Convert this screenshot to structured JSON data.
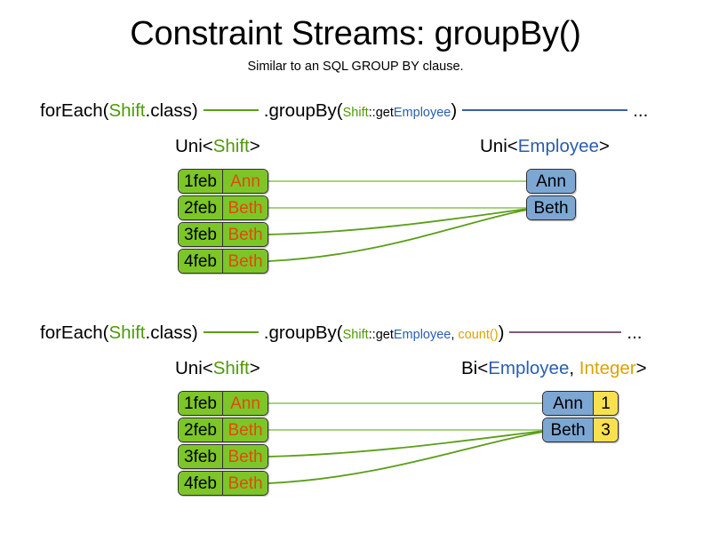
{
  "page": {
    "title": "Constraint Streams: groupBy()",
    "subtitle": "Similar to an SQL GROUP BY clause."
  },
  "colors": {
    "green_token": "#4e9a06",
    "blue_token": "#2a5db0",
    "gold_token": "#d9a400",
    "shift_fill": "#7cc627",
    "employee_fill": "#7da7d3",
    "integer_fill": "#f9e04f",
    "name_text": "#e2490f",
    "line_green": "#5a9e18",
    "line_green_light": "#9ccc6a",
    "line_blue": "#3a5fa8",
    "line_purple": "#7d5a80"
  },
  "sections": [
    {
      "id": "groupby-key-only",
      "code": {
        "for_each_open": "forEach(",
        "for_each_type": "Shift",
        "for_each_close": ".class)",
        "group_by_open": ".groupBy(",
        "mapper_type": "Shift",
        "mapper_sep": "::get",
        "mapper_prop": "Employee",
        "group_by_close": ")",
        "ellipsis": "..."
      },
      "left_label": {
        "prefix": "Uni<",
        "type": "Shift",
        "suffix": ">"
      },
      "right_label": {
        "prefix": "Uni<",
        "type": "Employee",
        "suffix": ">"
      },
      "shifts": [
        {
          "date": "1feb",
          "employee": "Ann"
        },
        {
          "date": "2feb",
          "employee": "Beth"
        },
        {
          "date": "3feb",
          "employee": "Beth"
        },
        {
          "date": "4feb",
          "employee": "Beth"
        }
      ],
      "groups": [
        {
          "employee": "Ann"
        },
        {
          "employee": "Beth"
        }
      ]
    },
    {
      "id": "groupby-key-count",
      "code": {
        "for_each_open": "forEach(",
        "for_each_type": "Shift",
        "for_each_close": ".class)",
        "group_by_open": ".groupBy(",
        "mapper_type": "Shift",
        "mapper_sep": "::get",
        "mapper_prop": "Employee",
        "collector_sep": ", ",
        "collector": "count()",
        "group_by_close": ")",
        "ellipsis": "..."
      },
      "left_label": {
        "prefix": "Uni<",
        "type": "Shift",
        "suffix": ">"
      },
      "right_label": {
        "prefix": "Bi<",
        "type": "Employee",
        "sep": ", ",
        "type2": "Integer",
        "suffix": ">"
      },
      "shifts": [
        {
          "date": "1feb",
          "employee": "Ann"
        },
        {
          "date": "2feb",
          "employee": "Beth"
        },
        {
          "date": "3feb",
          "employee": "Beth"
        },
        {
          "date": "4feb",
          "employee": "Beth"
        }
      ],
      "groups": [
        {
          "employee": "Ann",
          "count": "1"
        },
        {
          "employee": "Beth",
          "count": "3"
        }
      ]
    }
  ]
}
